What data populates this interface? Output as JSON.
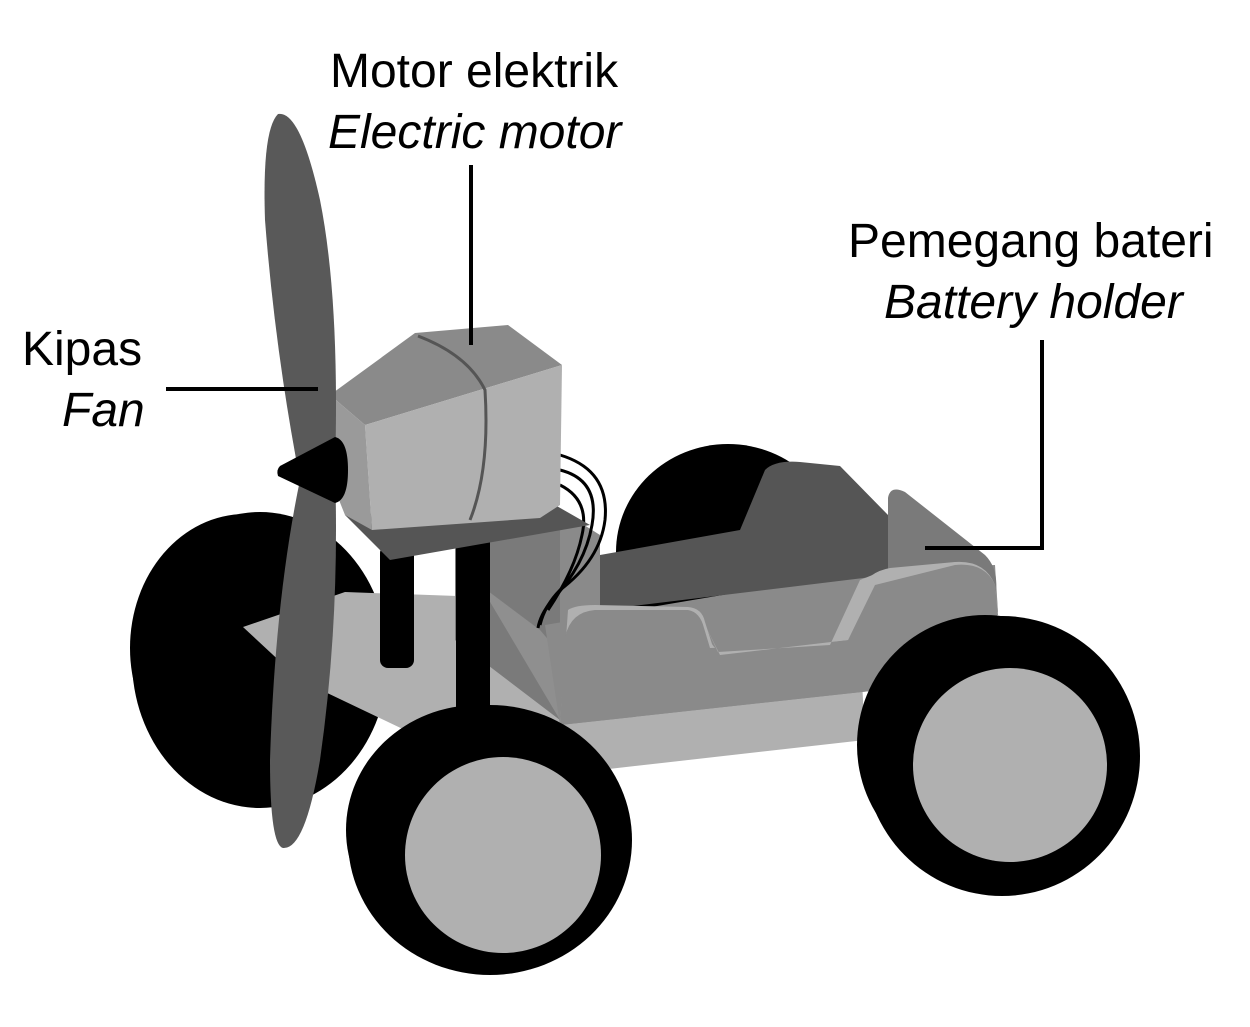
{
  "labels": {
    "motor": {
      "ms": "Motor elektrik",
      "en": "Electric motor"
    },
    "battery": {
      "ms": "Pemegang bateri",
      "en": "Battery holder"
    },
    "fan": {
      "ms": "Kipas",
      "en": "Fan"
    }
  },
  "colors": {
    "tyre": "#000000",
    "hub": "#b0b0b0",
    "light_grey": "#b0b0b0",
    "mid_grey": "#8a8a8a",
    "dark_grey": "#555555",
    "blade": "#595959",
    "background": "#ffffff"
  }
}
